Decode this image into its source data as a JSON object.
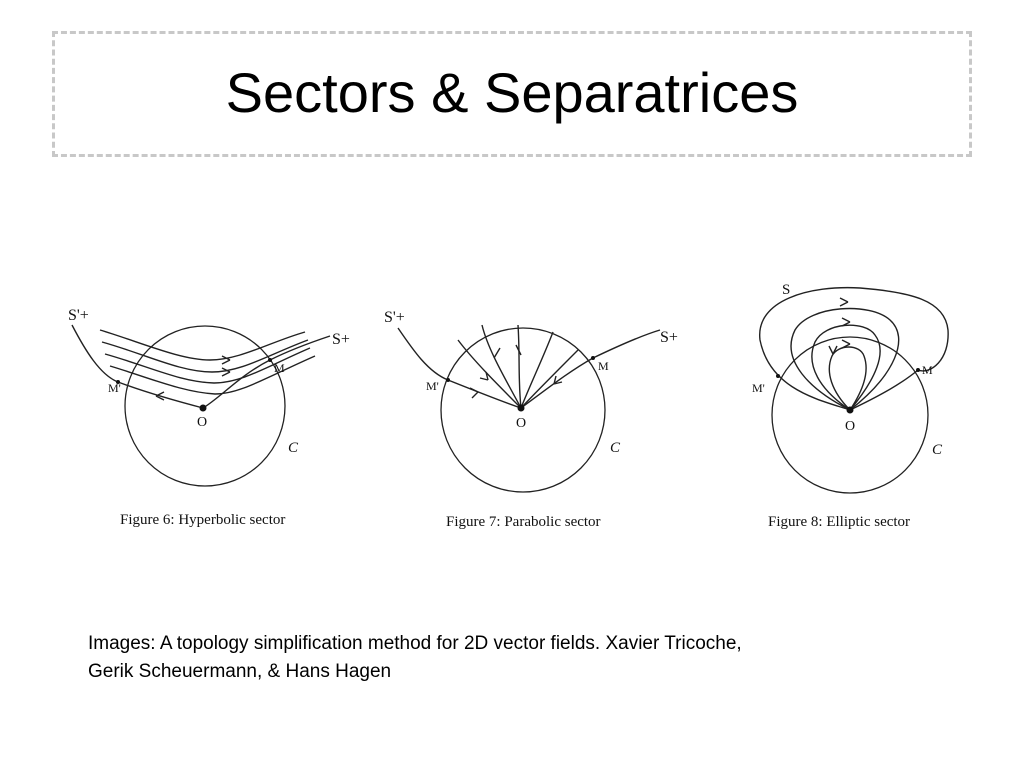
{
  "slide": {
    "title": "Sectors & Separatrices"
  },
  "figures": [
    {
      "caption": "Figure 6: Hyperbolic sector",
      "labels": {
        "s_left": "S'+",
        "s_right": "S+",
        "m_prime": "M'",
        "m": "M",
        "o": "O",
        "c": "C"
      }
    },
    {
      "caption": "Figure 7: Parabolic sector",
      "labels": {
        "s_left": "S'+",
        "s_right": "S+",
        "m_prime": "M'",
        "m": "M",
        "o": "O",
        "c": "C"
      }
    },
    {
      "caption": "Figure 8: Elliptic sector",
      "labels": {
        "s": "S",
        "m_prime": "M'",
        "m": "M",
        "o": "O",
        "c": "C"
      }
    }
  ],
  "credit": {
    "line1": "Images: A topology simplification method for 2D vector fields. Xavier Tricoche,",
    "line2": "Gerik Scheuermann, & Hans Hagen"
  }
}
